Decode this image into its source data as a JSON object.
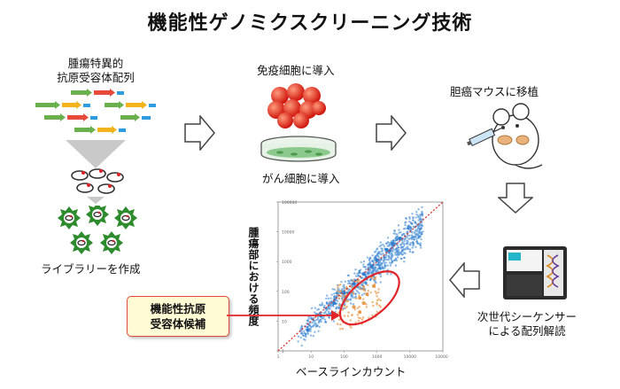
{
  "title": "機能性ゲノミクスクリーニング技術",
  "labels": {
    "tumor_antigen_line1": "腫瘍特異的",
    "tumor_antigen_line2": "抗原受容体配列",
    "immune_cells": "免疫細胞に導入",
    "cancer_cells": "がん細胞に導入",
    "mouse": "胆癌マウスに移植",
    "library": "ライブラリーを作成",
    "ngs_line1": "次世代シーケンサー",
    "ngs_line2": "による配列解読",
    "callout_line1": "機能性抗原",
    "callout_line2": "受容体候補"
  },
  "chart_data": {
    "type": "scatter",
    "xlabel": "ベースラインカウント",
    "ylabel": "腫瘍部における頻度",
    "x_scale": "log",
    "y_scale": "log",
    "xlim": [
      1,
      100000
    ],
    "ylim": [
      1,
      100000
    ],
    "x_ticks": [
      "1",
      "10",
      "100",
      "1000",
      "10000",
      "100000"
    ],
    "y_ticks": [
      "1",
      "10",
      "100",
      "1000",
      "10000",
      "100000"
    ],
    "series": [
      {
        "color": "#2f7fd0",
        "points": [
          [
            8,
            5
          ],
          [
            20,
            15
          ],
          [
            50,
            40
          ],
          [
            100,
            90
          ],
          [
            200,
            180
          ],
          [
            400,
            380
          ],
          [
            700,
            700
          ],
          [
            1000,
            1100
          ],
          [
            2000,
            2500
          ],
          [
            3000,
            4000
          ],
          [
            5000,
            6000
          ]
        ]
      },
      {
        "color": "#e89a4a",
        "points": [
          [
            200,
            30
          ],
          [
            300,
            60
          ],
          [
            500,
            80
          ],
          [
            400,
            40
          ],
          [
            800,
            150
          ],
          [
            300,
            20
          ]
        ]
      }
    ],
    "diagonal": "y=x",
    "colors": {
      "blue": "#2f7fd0",
      "orange": "#e89a4a",
      "highlight": "#e0242a",
      "diagonal": "#d9302a"
    }
  }
}
